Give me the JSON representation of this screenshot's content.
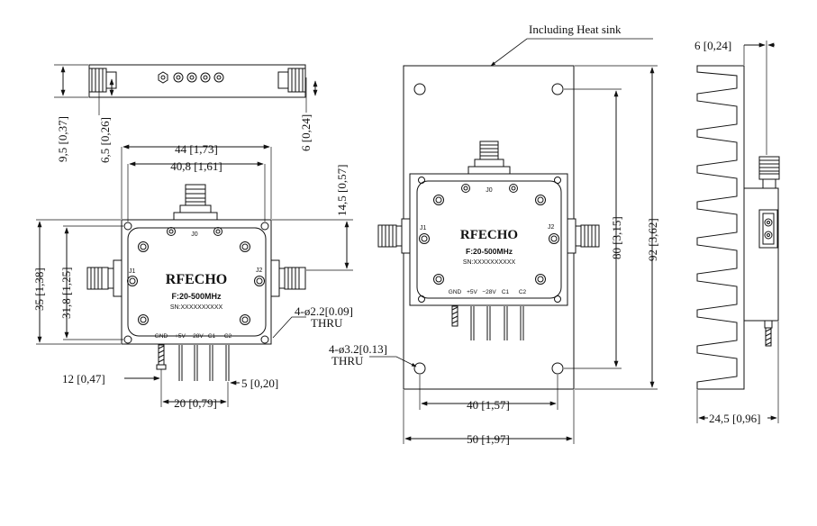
{
  "callout": {
    "heat_sink": "Including Heat sink"
  },
  "top_view": {
    "height_overall": "9,5 [0,37]",
    "height_connector_axis": "6,5 [0,26]",
    "height_right": "6 [0,24]"
  },
  "front_view": {
    "width_overall": "44 [1,73]",
    "width_holes": "40,8 [1,61]",
    "connector_offset": "14,5 [0,57]",
    "height_overall": "35 [1,38]",
    "height_holes": "31,8 [1,25]",
    "pin_offset": "12 [0,47]",
    "pin_span": "20 [0,79]",
    "pin_pitch": "5 [0,20]",
    "hole_note": "4-ø2.2[0.09]",
    "thru": "THRU"
  },
  "sink_view": {
    "height_holes": "80 [3,15]",
    "height_overall": "92 [3,62]",
    "width_holes": "40 [1,57]",
    "width_overall": "50 [1,97]",
    "hole_note": "4-ø3.2[0.13]",
    "thru": "THRU"
  },
  "side_view": {
    "top_dim": "6 [0,24]",
    "bottom_dim": "24,5 [0,96]"
  },
  "module": {
    "brand": "RFECHO",
    "freq": "F:20-500MHz",
    "serial": "SN:XXXXXXXXXX",
    "j0": "J0",
    "j1": "J1",
    "j2": "J2",
    "pins": [
      "GND",
      "+5V",
      "−28V",
      "C1",
      "C2"
    ]
  }
}
